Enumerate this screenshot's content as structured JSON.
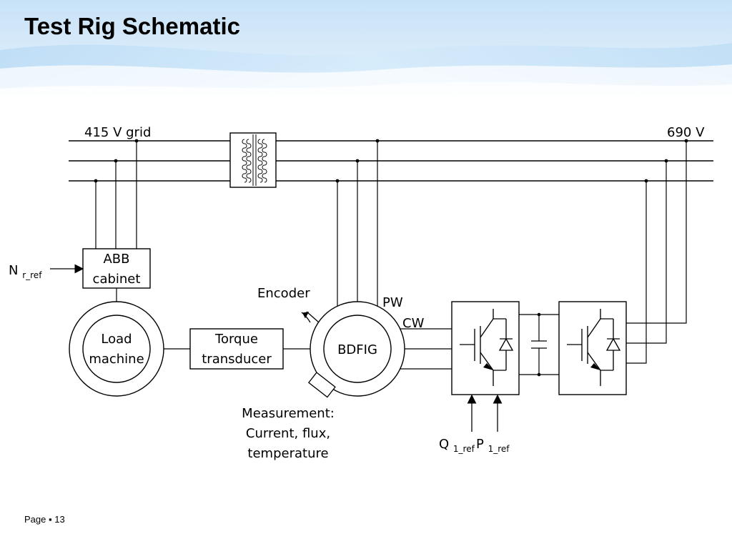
{
  "slide": {
    "title": "Test Rig Schematic",
    "page_label": "Page",
    "page_number": "13",
    "page_separator": "▪"
  },
  "diagram": {
    "grid_left_label": "415 V grid",
    "grid_right_label": "690 V",
    "abb_cabinet": {
      "line1": "ABB",
      "line2": "cabinet"
    },
    "speed_reference": {
      "base": "N",
      "subscript": "r_ref"
    },
    "load_machine": {
      "line1": "Load",
      "line2": "machine"
    },
    "torque_transducer": {
      "line1": "Torque",
      "line2": "transducer"
    },
    "generator_label": "BDFIG",
    "encoder_label": "Encoder",
    "pw_label": "PW",
    "cw_label": "CW",
    "measurement": {
      "line1": "Measurement:",
      "line2": "Current, flux,",
      "line3": "temperature"
    },
    "reactive_reference": {
      "base": "Q",
      "subscript": "1_ref"
    },
    "active_reference": {
      "base": "P",
      "subscript": "1_ref"
    }
  },
  "colors": {
    "title_text": "#000000",
    "header_blue": "#cfe6f8",
    "header_light": "#eef7fe",
    "line_color": "#000000"
  }
}
